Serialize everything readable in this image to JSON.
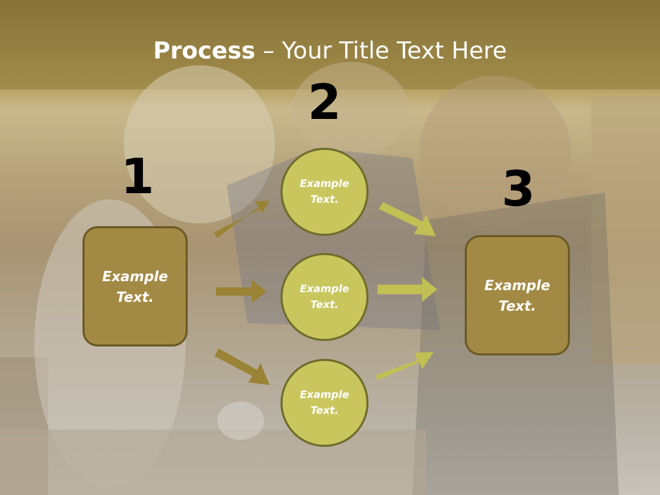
{
  "title": {
    "bold": "Process",
    "rest": " – Your Title Text Here"
  },
  "numbers": [
    "1",
    "2",
    "3"
  ],
  "left_box": {
    "label": "Example\nText."
  },
  "right_box": {
    "label": "Example\nText."
  },
  "circles": [
    {
      "label": "Example\nText."
    },
    {
      "label": "Example\nText."
    },
    {
      "label": "Example\nText."
    }
  ],
  "colors": {
    "box": "#a38a44",
    "circle": "#c9c65e",
    "arrow_left": "#9a8335",
    "arrow_right": "#c2bf54",
    "title_band": "#8f7a3c"
  }
}
